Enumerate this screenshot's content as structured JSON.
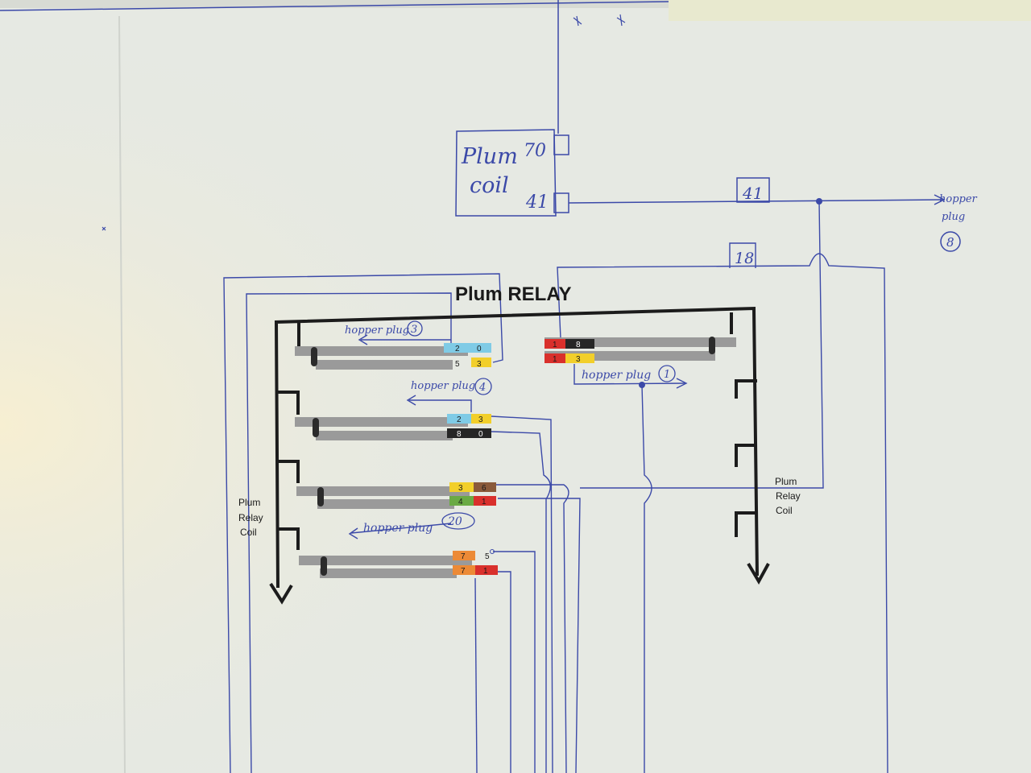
{
  "title": "Plum RELAY",
  "coil_box": {
    "line1": "Plum",
    "line2": "coil",
    "pin_top": "70",
    "pin_bottom": "41"
  },
  "wire_tags": {
    "w41": "41",
    "w18": "18"
  },
  "hopper_plug_8": {
    "line1": "hopper",
    "line2": "plug",
    "num": "8"
  },
  "relay_coil_left": {
    "l1": "Plum",
    "l2": "Relay",
    "l3": "Coil"
  },
  "relay_coil_right": {
    "l1": "Plum",
    "l2": "Relay",
    "l3": "Coil"
  },
  "hopper_labels": {
    "p3": {
      "text": "hopper plug",
      "num": "3"
    },
    "p4": {
      "text": "hopper plug",
      "num": "4"
    },
    "p1": {
      "text": "hopper plug",
      "num": "1"
    },
    "p20": {
      "text": "hopper plug",
      "num": "20"
    }
  },
  "pins": {
    "c1a": [
      "2",
      "0"
    ],
    "c1b": [
      "5",
      "3"
    ],
    "c2a": [
      "2",
      "3"
    ],
    "c2b": [
      "8",
      "0"
    ],
    "c3a": [
      "3",
      "6"
    ],
    "c3b": [
      "4",
      "1"
    ],
    "c4a": [
      "7",
      "5"
    ],
    "c4b": [
      "7",
      "1"
    ],
    "r1a": [
      "1",
      "8"
    ],
    "r1b": [
      "1",
      "3"
    ]
  },
  "colors": {
    "paper": "#e6e9e3",
    "ink": "#3b49a8",
    "red": "#d9302c",
    "blue": "#7fcbe6",
    "yellow": "#f2cf2a",
    "black": "#262626",
    "brown": "#8a5a3a",
    "green": "#6aaa44",
    "orange": "#ec8a36"
  }
}
